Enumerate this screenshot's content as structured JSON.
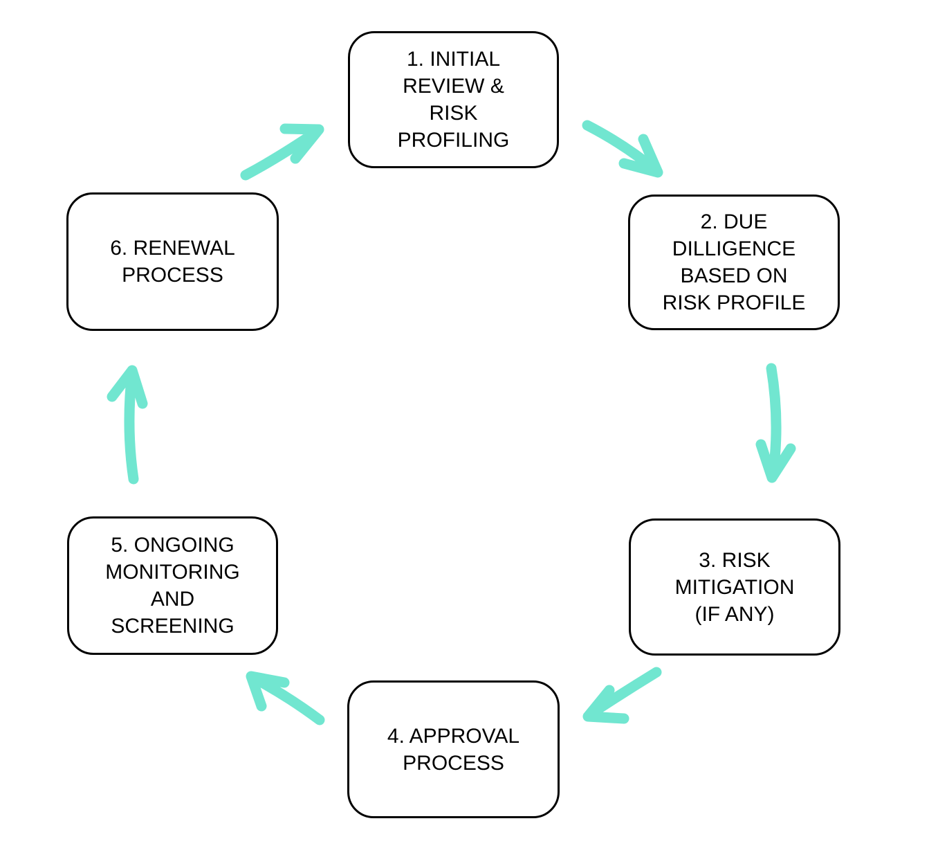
{
  "diagram": {
    "type": "cycle",
    "background_color": "#ffffff",
    "accent_color": "#71e6d0",
    "box_border_color": "#000000",
    "text_color": "#000000",
    "steps": [
      {
        "number": 1,
        "label": "1. INITIAL\nREVIEW &\nRISK\nPROFILING"
      },
      {
        "number": 2,
        "label": "2. DUE\nDILLIGENCE\nBASED ON\nRISK PROFILE"
      },
      {
        "number": 3,
        "label": "3. RISK\nMITIGATION\n(IF ANY)"
      },
      {
        "number": 4,
        "label": "4. APPROVAL\nPROCESS"
      },
      {
        "number": 5,
        "label": "5. ONGOING\nMONITORING\nAND\nSCREENING"
      },
      {
        "number": 6,
        "label": "6. RENEWAL\nPROCESS"
      }
    ],
    "arrows": [
      {
        "name": "step1-to-step2"
      },
      {
        "name": "step2-to-step3"
      },
      {
        "name": "step3-to-step4"
      },
      {
        "name": "step4-to-step5"
      },
      {
        "name": "step5-to-step6"
      },
      {
        "name": "step6-to-step1"
      }
    ]
  }
}
